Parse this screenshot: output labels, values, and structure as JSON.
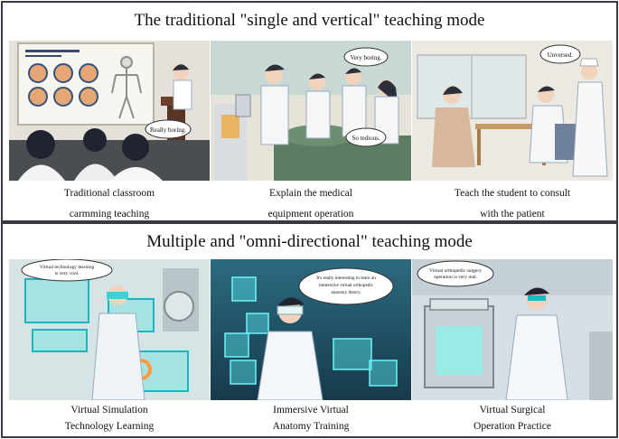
{
  "top_section": {
    "title": "The traditional \"single and vertical\" teaching mode",
    "panels": [
      {
        "caption_line1": "Traditional classroom",
        "caption_line2": "carmming teaching",
        "bubbles": [
          "Really boring."
        ]
      },
      {
        "caption_line1": "Explain the medical",
        "caption_line2": "equipment operation",
        "bubbles": [
          "Very boring.",
          "So tedious."
        ]
      },
      {
        "caption_line1": "Teach the student to consult",
        "caption_line2": "with the patient",
        "bubbles": [
          "Unversed."
        ]
      }
    ]
  },
  "bottom_section": {
    "title": "Multiple and \"omni-directional\" teaching mode",
    "panels": [
      {
        "caption_line1": "Virtual Simulation",
        "caption_line2": "Technology Learning",
        "bubble_line1": "Virtual technology learning",
        "bubble_line2": "is very cool."
      },
      {
        "caption_line1": "Immersive Virtual",
        "caption_line2": "Anatomy Training",
        "bubble_line1": "It's really interesting to learn an",
        "bubble_line2": "immersive virtual orthopedic",
        "bubble_line3": "anatomy theory."
      },
      {
        "caption_line1": "Virtual Surgical",
        "caption_line2": "Operation Practice",
        "bubble_line1": "Virtual orthopedic surgery",
        "bubble_line2": "operation is very real."
      }
    ]
  }
}
